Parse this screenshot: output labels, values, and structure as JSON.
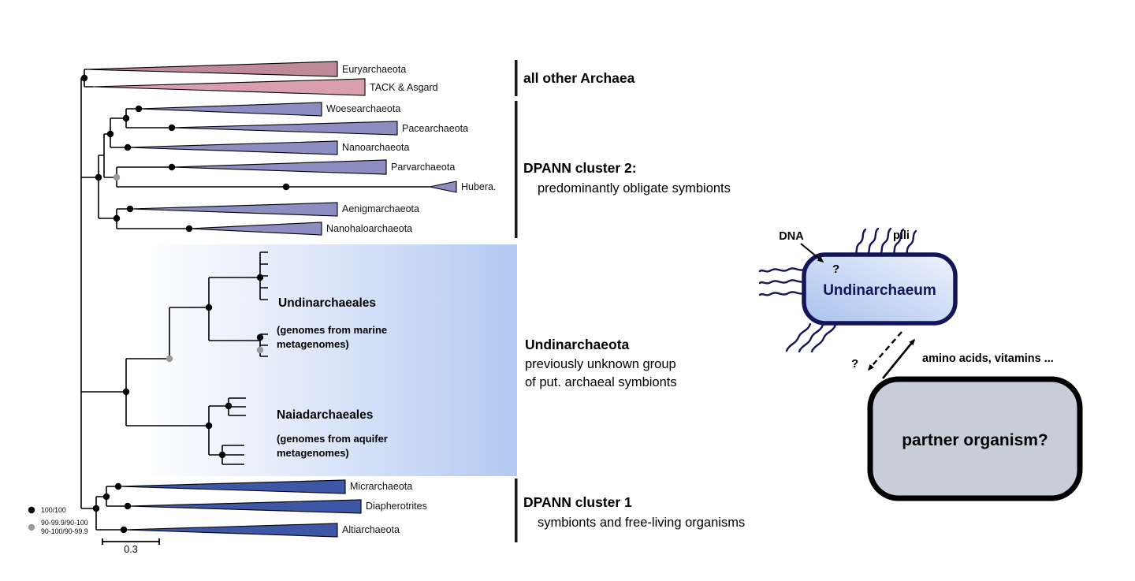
{
  "tree": {
    "tips": [
      {
        "label": "Euryarchaeota"
      },
      {
        "label": "TACK & Asgard"
      },
      {
        "label": "Woesearchaeota"
      },
      {
        "label": "Pacearchaeota"
      },
      {
        "label": "Nanoarchaeota"
      },
      {
        "label": "Parvarchaeota"
      },
      {
        "label": "Hubera."
      },
      {
        "label": "Aenigmarchaeota"
      },
      {
        "label": "Nanohaloarchaeota"
      },
      {
        "label": "Micrarchaeota"
      },
      {
        "label": "Diapherotrites"
      },
      {
        "label": "Altiarchaeota"
      }
    ],
    "clades": {
      "undinarchaeales": {
        "name": "Undinarchaeales",
        "desc_line1": "(genomes from marine",
        "desc_line2": "metagenomes)"
      },
      "naiadarchaeales": {
        "name": "Naiadarchaeales",
        "desc_line1": "(genomes from aquifer",
        "desc_line2": "metagenomes)"
      }
    }
  },
  "groups": {
    "other_archaea": {
      "title": "all other Archaea"
    },
    "dpann2": {
      "title": "DPANN cluster 2:",
      "subtitle": "predominantly obligate symbionts"
    },
    "undinarchaeota": {
      "title": "Undinarchaeota",
      "desc_line1": "previously unknown group",
      "desc_line2": "of put. archaeal symbionts"
    },
    "dpann1": {
      "title": "DPANN cluster 1",
      "subtitle": "symbionts and free-living organisms"
    }
  },
  "legend": {
    "full_support": "100/100",
    "partial_support_line1": "90-99.9/90-100",
    "partial_support_line2": "90-100/90-99.9",
    "scale_value": "0.3"
  },
  "illustration": {
    "cell_name": "Undinarchaeum",
    "dna_label": "DNA",
    "pili_label": "pili",
    "dna_question": "?",
    "exchange_question": "?",
    "nutrients_label": "amino acids, vitamins ...",
    "partner_label": "partner organism?"
  },
  "colors": {
    "euryarchaeota_fill": "#BE8A99",
    "tack_asgard_fill": "#DA9FAE",
    "dpann2_fill": "#8C8EC1",
    "dpann1_fill": "#3E56A6",
    "undinarchaeota_box": "#B3C9F2",
    "cell_border": "#14145A",
    "partner_fill": "#C8CDDA",
    "support_full": "#000000",
    "support_partial": "#9A9A9A"
  }
}
